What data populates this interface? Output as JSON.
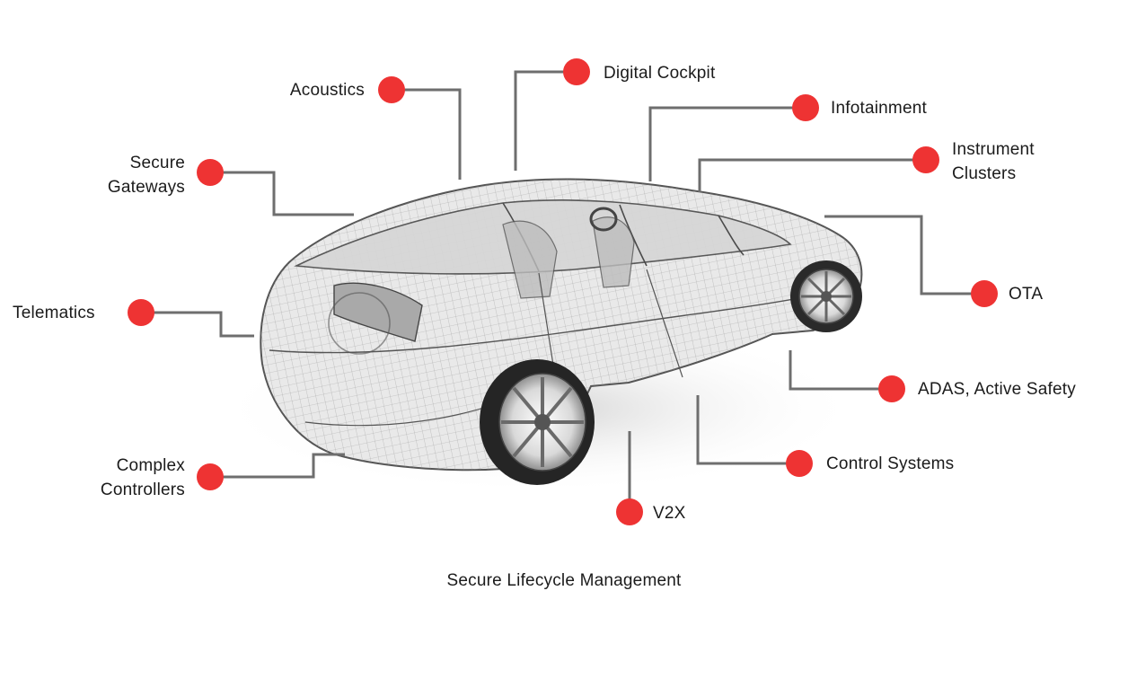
{
  "diagram": {
    "accent_color": "#ee3333",
    "leader_color": "#6e6e6e",
    "car_image": "wireframe-car",
    "caption": "Secure Lifecycle Management",
    "callouts": {
      "acoustics": {
        "label": "Acoustics"
      },
      "digital_cockpit": {
        "label": "Digital Cockpit"
      },
      "infotainment": {
        "label": "Infotainment"
      },
      "instrument_clusters": {
        "line1": "Instrument",
        "line2": "Clusters"
      },
      "secure_gateways": {
        "line1": "Secure",
        "line2": "Gateways"
      },
      "ota": {
        "label": "OTA"
      },
      "telematics": {
        "label": "Telematics"
      },
      "adas": {
        "label": "ADAS, Active Safety"
      },
      "complex_controllers": {
        "line1": "Complex",
        "line2": "Controllers"
      },
      "control_systems": {
        "label": "Control Systems"
      },
      "v2x": {
        "label": "V2X"
      }
    }
  }
}
